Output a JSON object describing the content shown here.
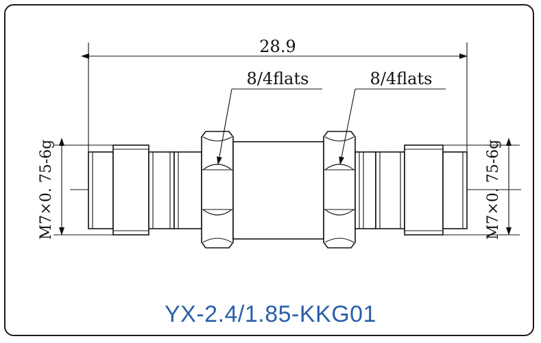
{
  "drawing": {
    "overall_dimension": "28.9",
    "flats_label_left": "8/4flats",
    "flats_label_right": "8/4flats",
    "thread_label_left": "M7×0. 75-6g",
    "thread_label_right": "M7×0. 75-6g"
  },
  "caption": "YX-2.4/1.85-KKG01",
  "colors": {
    "caption": "#2a5fa8",
    "line": "#111111"
  }
}
